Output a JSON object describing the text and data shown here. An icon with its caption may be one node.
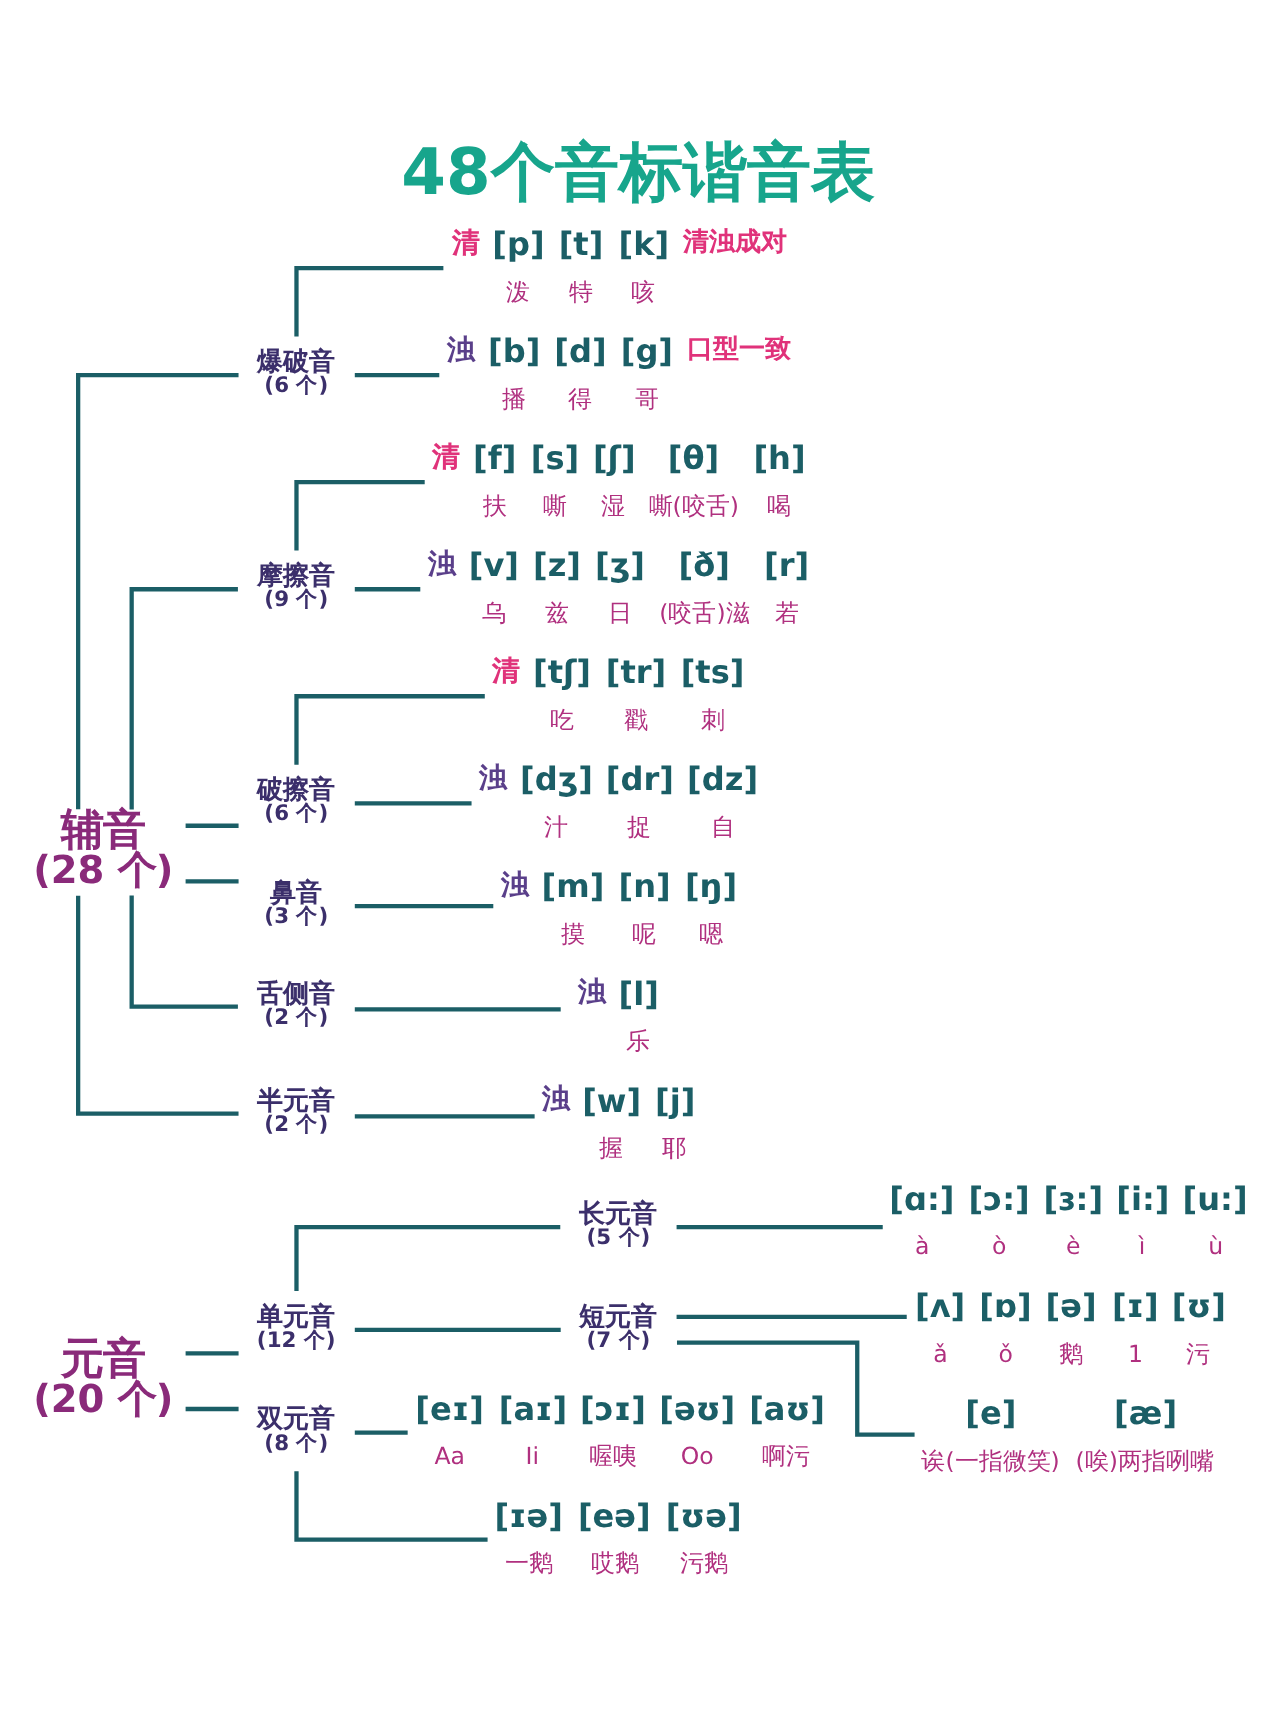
{
  "diagram": {
    "title": "48个音标谐音表",
    "nodes": [
      {
        "text": [
          "元音",
          "(20 个)"
        ]
      },
      {
        "text": [
          "单元音",
          "(12 个)"
        ]
      },
      {
        "text": [
          "长元音",
          "(5 个)"
        ]
      },
      {
        "text": [
          "[ɑ:]",
          "à",
          "[ɔ:]",
          "ò",
          "[ɜ:]",
          "è",
          "[i:]",
          "ì",
          "[u:]",
          "ù"
        ]
      },
      {
        "text": [
          "短元音",
          "(7 个)"
        ]
      },
      {
        "text": [
          "[ʌ]",
          "ǎ",
          "[ɒ]",
          "ǒ",
          "[ə]",
          "鹅",
          "[ɪ]",
          "1",
          "[ʊ]",
          "污"
        ]
      },
      {
        "text": [
          "[e]",
          "诶(一指微笑)",
          "[æ]",
          "(唉)两指咧嘴"
        ]
      },
      {
        "text": [
          "双元音",
          "(8 个)"
        ]
      },
      {
        "text": [
          "[eɪ]",
          "Aa",
          "[aɪ]",
          "Ii",
          "[ɔɪ]",
          "喔咦",
          "[əʊ]",
          "Oo",
          "[aʊ]",
          "啊污"
        ]
      },
      {
        "text": [
          "[ɪə]",
          "一鹅",
          "[eə]",
          "哎鹅",
          "[ʊə]",
          "污鹅"
        ]
      },
      {
        "text": [
          "辅音",
          "(28 个)"
        ]
      },
      {
        "text": [
          "爆破音",
          "(6 个)"
        ]
      },
      {
        "text": [
          "[p]",
          "泼",
          "[t]",
          "特",
          "[k]",
          "咳"
        ],
        "beside": [
          "清",
          "清浊成对"
        ]
      },
      {
        "text": [
          "[b]",
          "播",
          "[d]",
          "得",
          "[g]",
          "哥"
        ],
        "beside": [
          "浊",
          "口型一致"
        ]
      },
      {
        "text": [
          "摩擦音",
          "(9 个)"
        ]
      },
      {
        "text": [
          "[f]",
          "扶",
          "[s]",
          "嘶",
          "[ʃ]",
          "湿",
          "[θ]",
          "嘶(咬舌)",
          "[h]",
          "喝"
        ],
        "beside": [
          "清"
        ]
      },
      {
        "text": [
          "[v]",
          "乌",
          "[z]",
          "兹",
          "[ʒ]",
          "日",
          "[ð]",
          "(咬舌)滋",
          "[r]",
          "若"
        ],
        "beside": [
          "浊"
        ]
      },
      {
        "text": [
          "破擦音",
          "(6 个)"
        ]
      },
      {
        "text": [
          "[tʃ]",
          "吃",
          "[tr]",
          "戳",
          "[ts]",
          "刺"
        ],
        "beside": [
          "清"
        ]
      },
      {
        "text": [
          "[dʒ]",
          "汁",
          "[dr]",
          "捉",
          "[dz]",
          "自"
        ],
        "beside": [
          "浊"
        ]
      },
      {
        "text": [
          "鼻音",
          "(3 个)"
        ]
      },
      {
        "text": [
          "[m]",
          "摸",
          "[n]",
          "呢",
          "[ŋ]",
          "嗯"
        ],
        "beside": [
          "浊"
        ]
      },
      {
        "text": [
          "舌侧音",
          "(2 个)"
        ]
      },
      {
        "text": [
          "[l]",
          "乐"
        ],
        "beside": [
          "浊"
        ]
      },
      {
        "text": [
          "半元音",
          "(2 个)"
        ]
      },
      {
        "text": [
          "[w]",
          "握",
          "[j]",
          "耶"
        ],
        "beside": [
          "浊"
        ]
      }
    ],
    "edges": [
      {
        "from": 0,
        "to": 1,
        "arrow": "none"
      },
      {
        "from": 0,
        "to": 7,
        "arrow": "none"
      },
      {
        "from": 1,
        "to": 2,
        "arrow": "none"
      },
      {
        "from": 1,
        "to": 4,
        "arrow": "none"
      },
      {
        "from": 2,
        "to": 3,
        "arrow": "none"
      },
      {
        "from": 4,
        "to": 5,
        "arrow": "none"
      },
      {
        "from": 4,
        "to": 6,
        "arrow": "none"
      },
      {
        "from": 7,
        "to": 8,
        "arrow": "none"
      },
      {
        "from": 7,
        "to": 9,
        "arrow": "none"
      },
      {
        "from": 10,
        "to": 11,
        "arrow": "none"
      },
      {
        "from": 10,
        "to": 14,
        "arrow": "none"
      },
      {
        "from": 10,
        "to": 17,
        "arrow": "none"
      },
      {
        "from": 10,
        "to": 20,
        "arrow": "none"
      },
      {
        "from": 10,
        "to": 22,
        "arrow": "none"
      },
      {
        "from": 10,
        "to": 24,
        "arrow": "none"
      },
      {
        "from": 11,
        "to": 12,
        "arrow": "none"
      },
      {
        "from": 11,
        "to": 13,
        "arrow": "none"
      },
      {
        "from": 14,
        "to": 15,
        "arrow": "none"
      },
      {
        "from": 14,
        "to": 16,
        "arrow": "none"
      },
      {
        "from": 17,
        "to": 18,
        "arrow": "none"
      },
      {
        "from": 17,
        "to": 19,
        "arrow": "none"
      },
      {
        "from": 20,
        "to": 21,
        "arrow": "none"
      },
      {
        "from": 22,
        "to": 23,
        "arrow": "none"
      },
      {
        "from": 24,
        "to": 25,
        "arrow": "none"
      }
    ]
  }
}
